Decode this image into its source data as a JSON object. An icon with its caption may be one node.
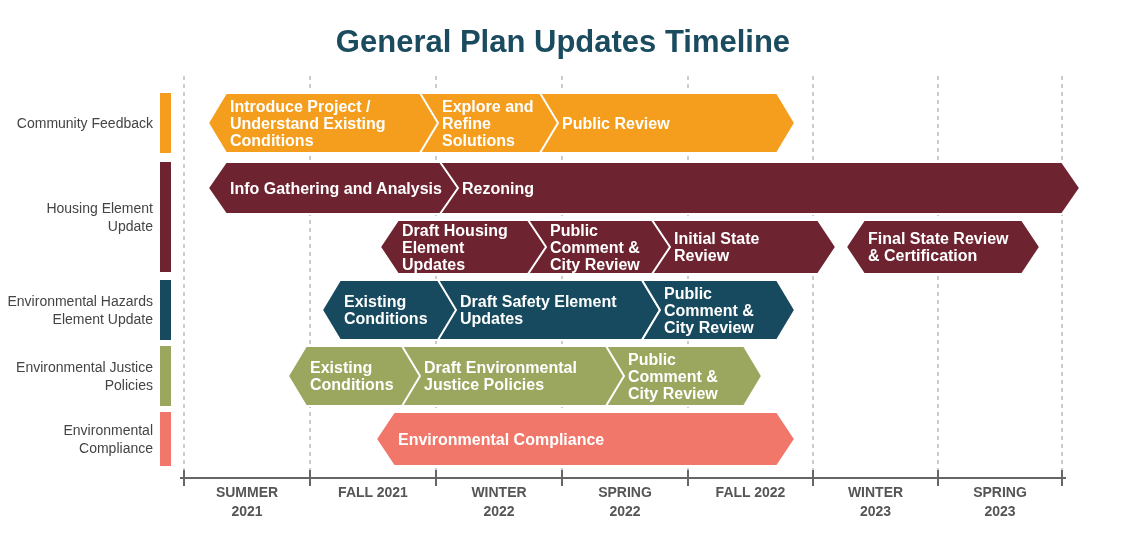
{
  "diagram": {
    "title": "General Plan Updates Timeline",
    "nodes": [
      {
        "text": [
          "Introduce Project / Understand Existing Conditions"
        ]
      },
      {
        "text": [
          "Explore and Refine Solutions"
        ]
      },
      {
        "text": [
          "Public Review"
        ]
      },
      {
        "text": [
          "Info Gathering and Analysis"
        ]
      },
      {
        "text": [
          "Rezoning"
        ]
      },
      {
        "text": [
          "Draft Housing Element Updates"
        ]
      },
      {
        "text": [
          "Public Comment & City Review"
        ]
      },
      {
        "text": [
          "Initial State Review"
        ]
      },
      {
        "text": [
          "Final State Review & Certification"
        ]
      },
      {
        "text": [
          "Existing Conditions"
        ]
      },
      {
        "text": [
          "Draft Safety Element Updates"
        ]
      },
      {
        "text": [
          "Public Comment & City Review"
        ]
      },
      {
        "text": [
          "Existing Conditions"
        ]
      },
      {
        "text": [
          "Draft Environmental Justice Policies"
        ]
      },
      {
        "text": [
          "Public Comment & City Review"
        ]
      },
      {
        "text": [
          "Environmental Compliance"
        ]
      }
    ],
    "labels": [
      "Community Feedback",
      "Housing Element Update",
      "Environmental Hazards Element Update",
      "Environmental Justice Policies",
      "Environmental Compliance",
      "SUMMER 2021",
      "FALL 2021",
      "WINTER 2022",
      "SPRING 2022",
      "FALL 2022",
      "WINTER 2023",
      "SPRING 2023"
    ]
  }
}
